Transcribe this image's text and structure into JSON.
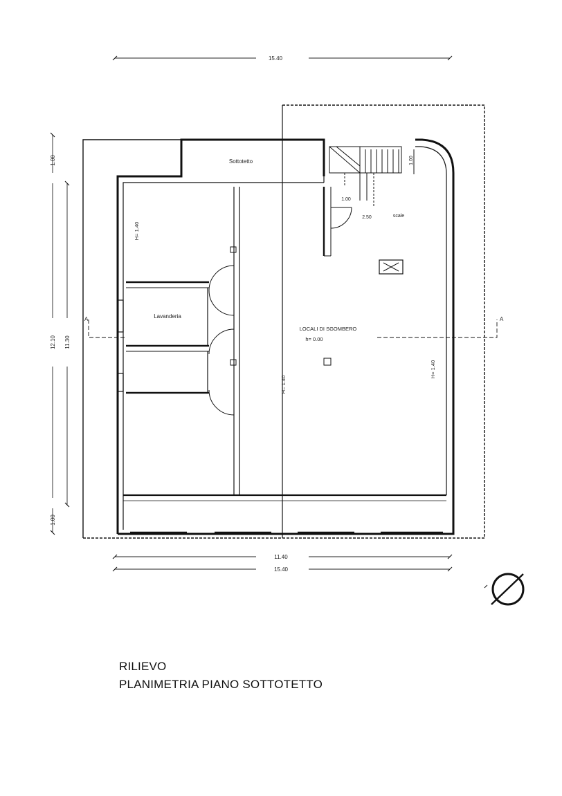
{
  "drawing": {
    "title": "RILIEVO",
    "subtitle": "PLANIMETRIA PIANO SOTTOTETTO",
    "dimensions": {
      "top_overall": "15.40",
      "bottom_inner": "11.40",
      "bottom_overall": "15.40",
      "left_overall": "12.10",
      "left_inner": "11.30",
      "left_top": "1.00",
      "left_bottom": "1.00",
      "stair_width": "1.00",
      "stair_height": "1.00",
      "stair_step": "2.50"
    },
    "rooms": {
      "top_room": "Sottotetto",
      "small_room": "Lavanderia",
      "main_room_line1": "LOCALI DI SGOMBERO",
      "main_room_line2": "h= 0.00",
      "left_room_height": "H= 1.40",
      "center_height": "H= 1.40",
      "right_height": "H= 1.40",
      "stair_note": "scale"
    },
    "section_marks": {
      "left": "A",
      "right": "A"
    }
  }
}
